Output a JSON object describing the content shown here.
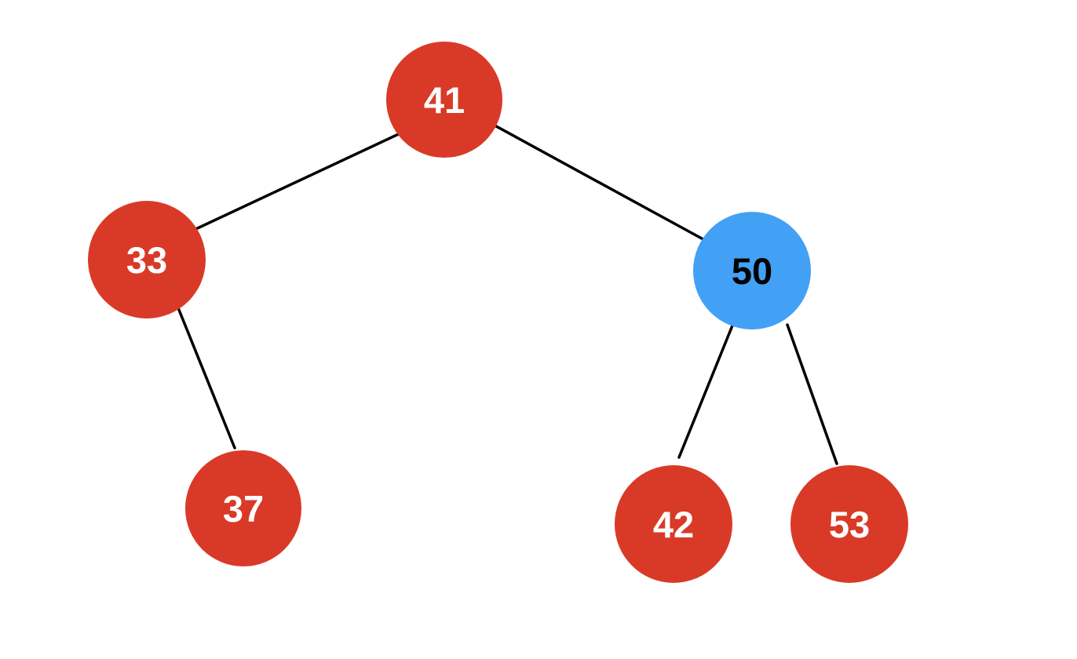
{
  "canvas": {
    "background": "#ffffff"
  },
  "colors": {
    "node_red": "#d93a27",
    "node_blue": "#42a0f5",
    "edge": "#000000",
    "label_on_red": "#ffffff",
    "label_on_blue": "#000000"
  },
  "tree": {
    "type": "binary-tree",
    "nodes": [
      {
        "value": "41",
        "color": "red",
        "fill": "#d93a27",
        "text_color": "#ffffff"
      },
      {
        "value": "33",
        "color": "red",
        "fill": "#d93a27",
        "text_color": "#ffffff"
      },
      {
        "value": "50",
        "color": "blue",
        "fill": "#42a0f5",
        "text_color": "#000000"
      },
      {
        "value": "37",
        "color": "red",
        "fill": "#d93a27",
        "text_color": "#ffffff"
      },
      {
        "value": "42",
        "color": "red",
        "fill": "#d93a27",
        "text_color": "#ffffff"
      },
      {
        "value": "53",
        "color": "red",
        "fill": "#d93a27",
        "text_color": "#ffffff"
      }
    ],
    "edges": [
      {
        "from": "41",
        "to": "33",
        "side": "left"
      },
      {
        "from": "41",
        "to": "50",
        "side": "right"
      },
      {
        "from": "33",
        "to": "37",
        "side": "right"
      },
      {
        "from": "50",
        "to": "42",
        "side": "left"
      },
      {
        "from": "50",
        "to": "53",
        "side": "right"
      }
    ]
  }
}
